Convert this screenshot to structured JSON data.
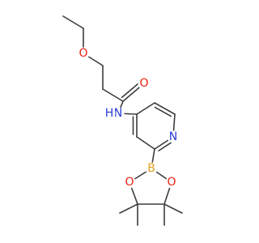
{
  "molecule": {
    "atoms": {
      "O_ether": "O",
      "O_carbonyl": "O",
      "N_amide": "N",
      "H_amide": "H",
      "N_ring": "N",
      "B": "B",
      "O_ring_1": "O",
      "O_ring_2": "O"
    }
  },
  "colors": {
    "bond": "#3c3c3c",
    "oxygen": "#e8200c",
    "nitrogen": "#2a3cd8",
    "boron": "#e3a020",
    "carbon": "#3c3c3c"
  }
}
